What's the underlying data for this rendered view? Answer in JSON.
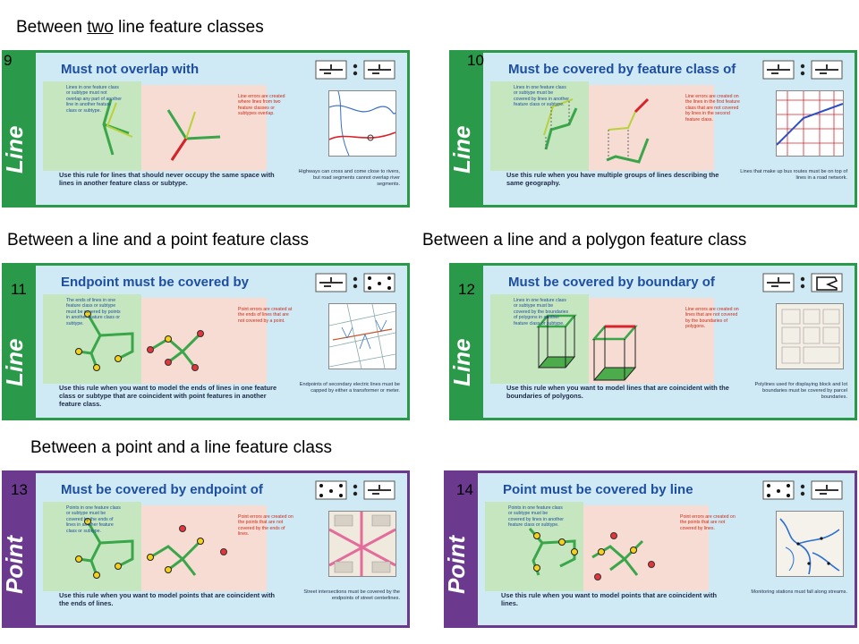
{
  "headings": {
    "two_lines_pre": "Between ",
    "two_lines_ul": "two",
    "two_lines_post": " line feature classes",
    "line_point": "Between a line and a point feature class",
    "line_polygon": "Between a line and a polygon feature class",
    "point_line": "Between a point and a line feature class"
  },
  "colors": {
    "line_tab": "#2a9a4a",
    "point_tab": "#6b3a8e",
    "panel": "#cfeaf4",
    "rule_title": "#1e4ea0",
    "error_text": "#cc2a1a"
  },
  "cards": [
    {
      "number": "9",
      "tab": "Line",
      "rule": "Must not overlap with",
      "green_text": "Lines in one feature class or subtype must not overlap any part of another line in another feature class or subtype.",
      "red_text": "Line errors are created where lines from two feature classes or subtypes overlap.",
      "footer": "Use this rule for lines that should never occupy the same space with lines in another feature class or subtype.",
      "map_caption": "Highways can cross and come close to rivers, but road segments cannot overlap river segments.",
      "symbols": [
        "line-symbol-icon",
        "line-symbol-icon"
      ]
    },
    {
      "number": "10",
      "tab": "Line",
      "rule": "Must be covered by feature class of",
      "green_text": "Lines in one feature class or subtype must be covered by lines in another feature class or subtype.",
      "red_text": "Line errors are created on the lines in the first feature class that are not covered by lines in the second feature class.",
      "footer": "Use this rule when you have multiple groups of lines describing the same geography.",
      "map_caption": "Lines that make up bus routes must be on top of lines in a road network.",
      "symbols": [
        "line-symbol-icon",
        "line-symbol-icon"
      ]
    },
    {
      "number": "11",
      "tab": "Line",
      "rule": "Endpoint must be covered by",
      "green_text": "The ends of lines in one feature class or subtype must be covered by points in another feature class or subtype.",
      "red_text": "Point errors are created at the ends of lines that are not covered by a point.",
      "footer": "Use this rule when you want to model the ends of lines in one feature class or subtype that are coincident with point features in another feature class.",
      "map_caption": "Endpoints of secondary electric lines must be capped by either a transformer or meter.",
      "symbols": [
        "line-symbol-icon",
        "point-symbol-icon"
      ]
    },
    {
      "number": "12",
      "tab": "Line",
      "rule": "Must be covered by boundary of",
      "green_text": "Lines in one feature class or subtype must be covered by the boundaries of polygons in another feature class or subtype.",
      "red_text": "Line errors are created on lines that are not covered by the boundaries of polygons.",
      "footer": "Use this rule when you want to model lines that are coincident with the boundaries of polygons.",
      "map_caption": "Polylines used for displaying block and lot boundaries must be covered by parcel boundaries.",
      "symbols": [
        "line-symbol-icon",
        "polygon-symbol-icon"
      ]
    },
    {
      "number": "13",
      "tab": "Point",
      "rule": "Must be covered by endpoint of",
      "green_text": "Points in one feature class or subtype must be covered by the ends of lines in another feature class or subtype.",
      "red_text": "Point errors are created on the points that are not covered by the ends of lines.",
      "footer": "Use this rule when you want to model points that are coincident with the ends of lines.",
      "map_caption": "Street intersections must be covered by the endpoints of street centerlines.",
      "symbols": [
        "point-symbol-icon",
        "line-symbol-icon"
      ]
    },
    {
      "number": "14",
      "tab": "Point",
      "rule": "Point must be covered by line",
      "green_text": "Points in one feature class or subtype must be covered by lines in another feature class or subtype.",
      "red_text": "Point errors are created on the points that are not covered by lines.",
      "footer": "Use this rule when you want to model points that are coincident with lines.",
      "map_caption": "Monitoring stations must fall along streams.",
      "symbols": [
        "point-symbol-icon",
        "line-symbol-icon"
      ]
    }
  ]
}
